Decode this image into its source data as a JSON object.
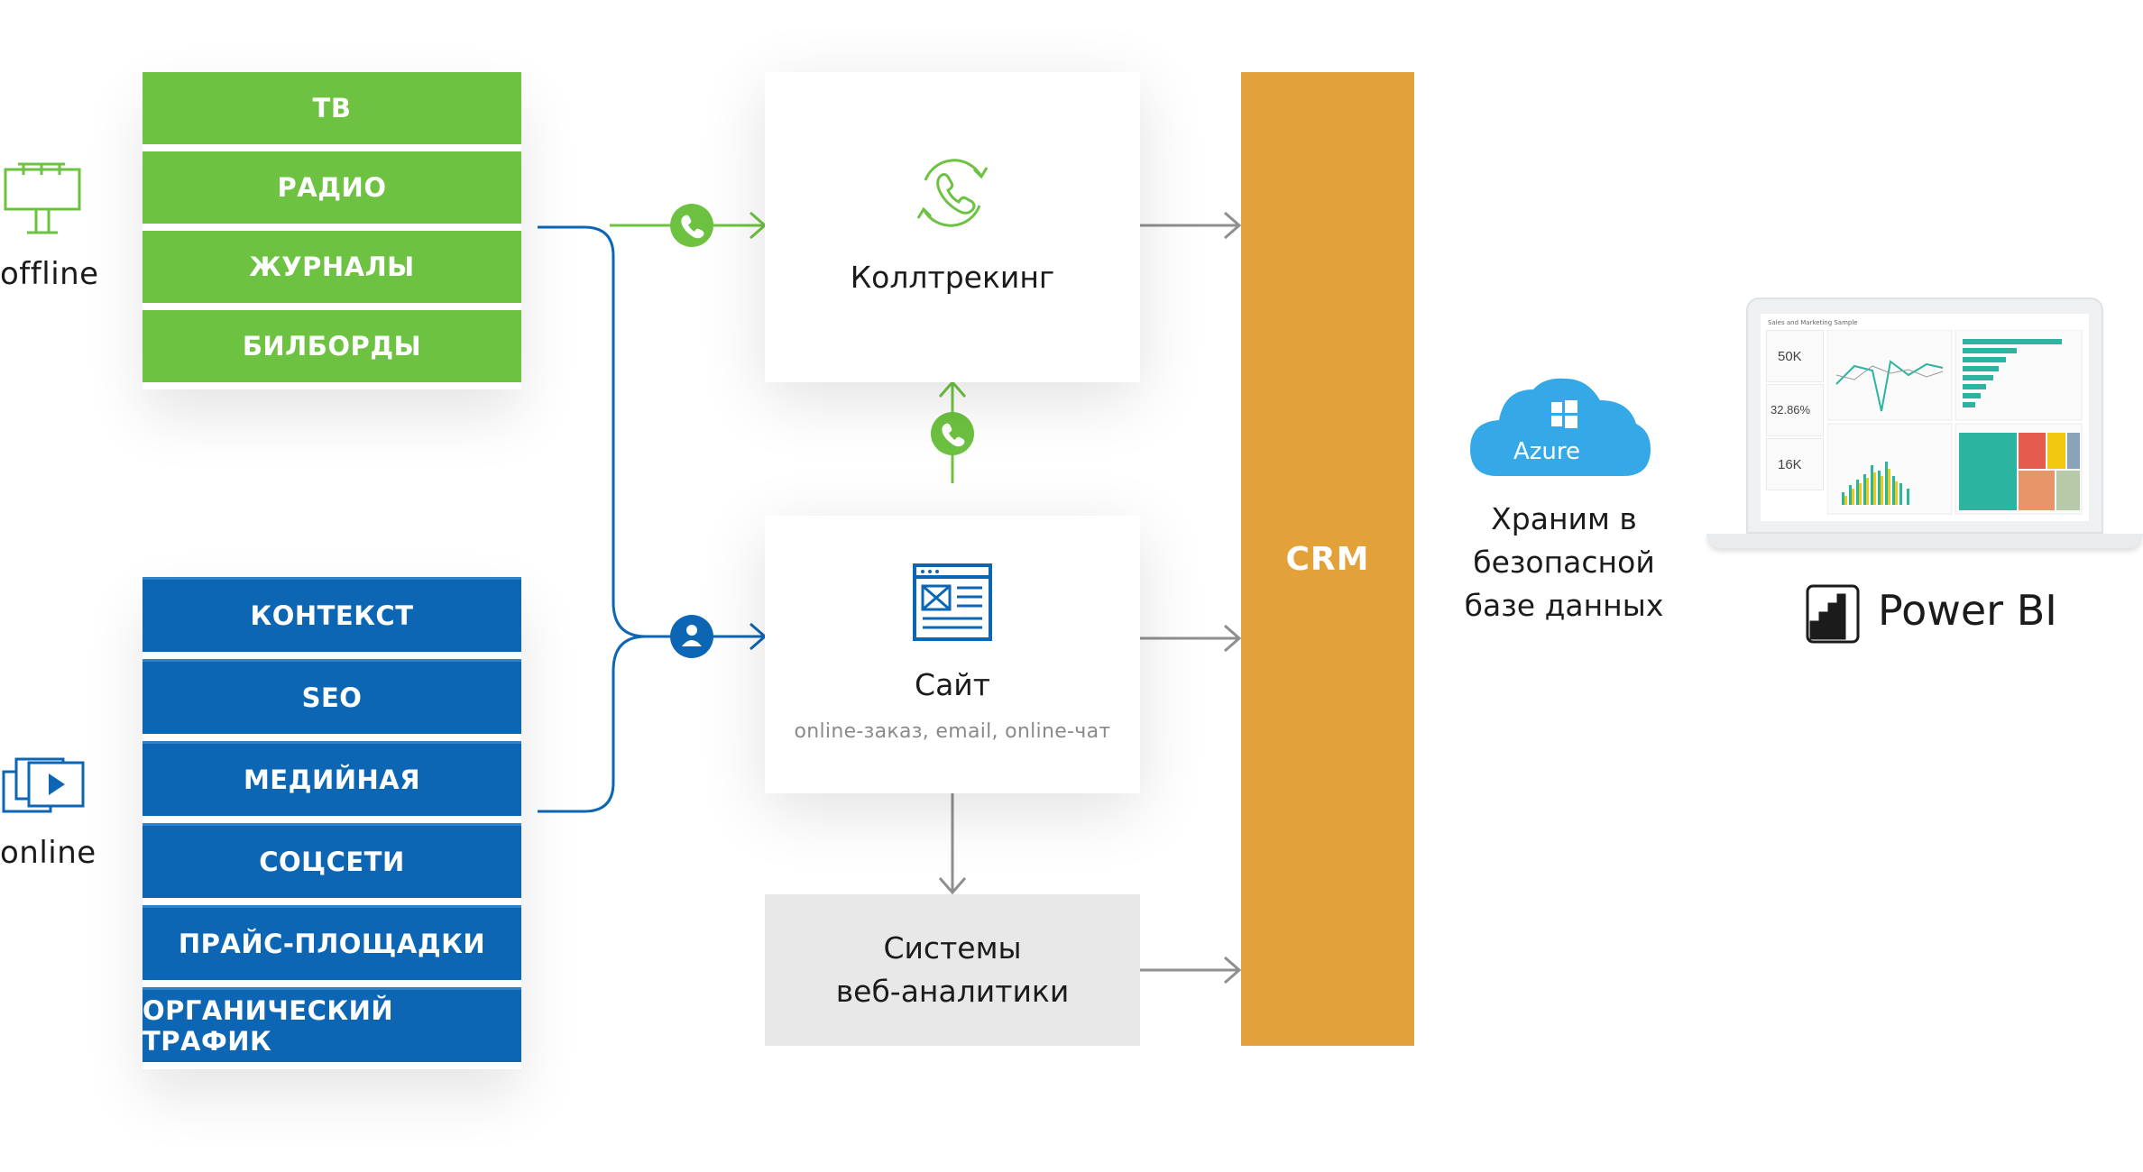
{
  "labels": {
    "offline": "offline",
    "online": "online"
  },
  "offline_channels": [
    "ТВ",
    "РАДИО",
    "ЖУРНАЛЫ",
    "БИЛБОРДЫ"
  ],
  "online_channels": [
    "КОНТЕКСТ",
    "SEO",
    "МЕДИЙНАЯ",
    "СОЦСЕТИ",
    "ПРАЙС-ПЛОЩАДКИ",
    "ОРГАНИЧЕСКИЙ ТРАФИК"
  ],
  "calltracking": {
    "title": "Коллтрекинг",
    "icon": "phone-refresh-icon"
  },
  "site": {
    "title": "Сайт",
    "subtitle": "online-заказ, email, online-чат",
    "icon": "webpage-icon"
  },
  "analytics": {
    "line1": "Системы",
    "line2": "веб-аналитики"
  },
  "crm": {
    "label": "CRM"
  },
  "azure": {
    "logo_text": "Azure",
    "caption_line1": "Храним в",
    "caption_line2": "безопасной",
    "caption_line3": "базе данных"
  },
  "powerbi": {
    "label": "Power BI",
    "dashboard_title": "Sales and Marketing Sample",
    "kpis": [
      "50K",
      "32.86%",
      "16K"
    ]
  },
  "colors": {
    "offline_green": "#6dc241",
    "online_blue": "#0d66b3",
    "crm_orange": "#e3a13a",
    "arrow_gray": "#8f8f8f",
    "azure_blue": "#35a9e8"
  },
  "icons": {
    "offline": "billboard-icon",
    "online": "video-windows-icon",
    "offline_connector": "phone-icon",
    "online_connector": "user-icon",
    "calltracking_link": "phone-icon"
  }
}
